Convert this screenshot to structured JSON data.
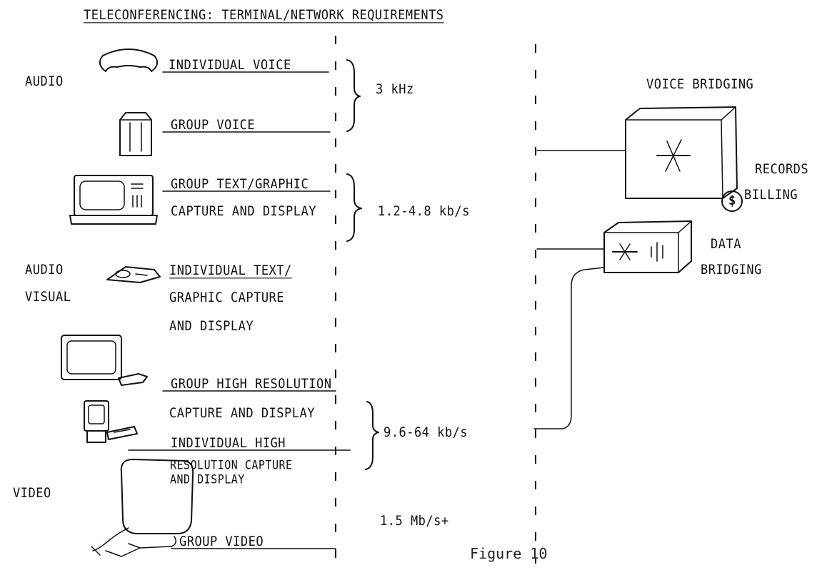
{
  "title": "TELECONFERENCING: TERMINAL/NETWORK REQUIREMENTS",
  "categories": {
    "audio": "AUDIO",
    "audio_visual_1": "AUDIO",
    "audio_visual_2": "VISUAL",
    "video": "VIDEO"
  },
  "terminals": {
    "individual_voice": "INDIVIDUAL VOICE",
    "group_voice": "GROUP VOICE",
    "group_text_graphic": "GROUP TEXT/GRAPHIC",
    "group_text_graphic_2": "CAPTURE AND DISPLAY",
    "individual_text_1": "INDIVIDUAL TEXT/",
    "individual_text_2": "GRAPHIC CAPTURE",
    "individual_text_3": "AND DISPLAY",
    "group_high_res_1": "GROUP HIGH RESOLUTION",
    "group_high_res_2": "CAPTURE AND DISPLAY",
    "individual_high_res_1": "INDIVIDUAL HIGH",
    "individual_high_res_2": "RESOLUTION CAPTURE",
    "individual_high_res_3": "AND DISPLAY",
    "group_video": "GROUP VIDEO"
  },
  "rates": {
    "audio": "3 kHz",
    "text_graphic": "1.2-4.8 kb/s",
    "high_res": "9.6-64 kb/s",
    "video": "1.5 Mb/s+"
  },
  "network": {
    "voice_bridging": "VOICE BRIDGING",
    "records": "RECORDS",
    "billing": "BILLING",
    "billing_symbol": "$",
    "data_bridging_1": "DATA",
    "data_bridging_2": "BRIDGING"
  },
  "caption": "Figure 10",
  "icons": [
    "telephone-icon",
    "speakerphone-icon",
    "text-terminal-icon",
    "handset-terminal-icon",
    "high-res-monitor-icon",
    "desktop-computer-icon",
    "video-monitor-icon",
    "voice-bridge-icon",
    "data-bridge-icon",
    "billing-coin-icon"
  ]
}
